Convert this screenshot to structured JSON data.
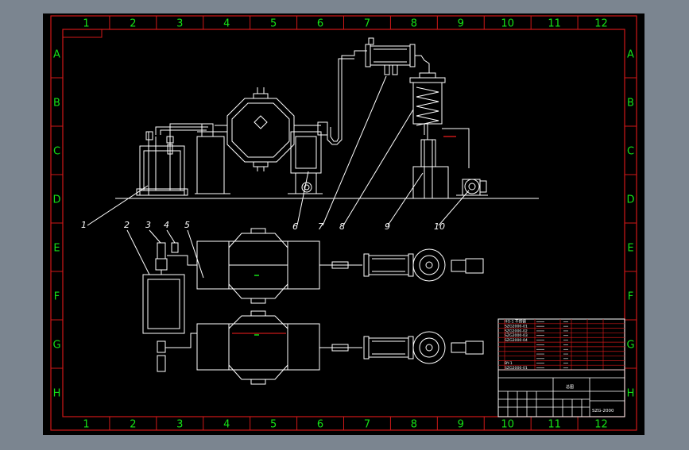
{
  "colors": {
    "viewport": "#7b8590",
    "sheet": "#000000",
    "frame": "#d01818",
    "grid_label": "#16e016",
    "line": "#ffffff",
    "accent": "#c81818"
  },
  "grid": {
    "columns": [
      "1",
      "2",
      "3",
      "4",
      "5",
      "6",
      "7",
      "8",
      "9",
      "10",
      "11",
      "12"
    ],
    "rows": [
      "A",
      "B",
      "C",
      "D",
      "E",
      "F",
      "G",
      "H"
    ]
  },
  "callouts": [
    "1",
    "2",
    "3",
    "4",
    "5",
    "6",
    "7",
    "8",
    "9",
    "10"
  ],
  "title_block": {
    "parts_rows": [
      "HG-1 不锈钢",
      "SZG2000-01",
      "SZG2000-02",
      "SZG2000-03",
      "SZG2000-04",
      "",
      "",
      "",
      "",
      "BY-1",
      "SZG2000-01"
    ],
    "name_text": "总图",
    "drawing_no": "SZG-2000"
  }
}
